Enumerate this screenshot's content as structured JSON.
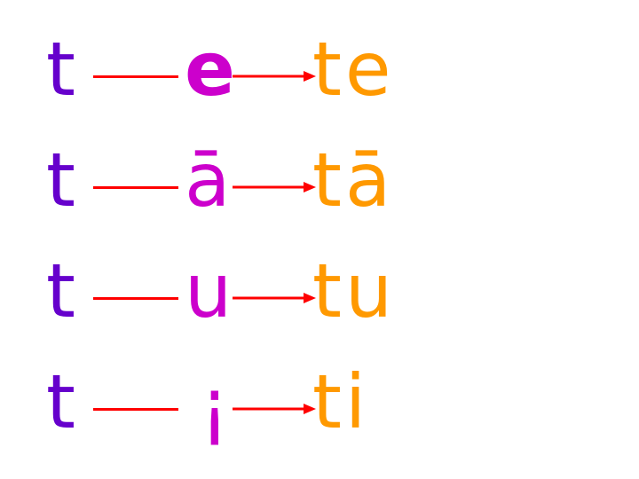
{
  "colors": {
    "consonant": "#6600cc",
    "vowel": "#cc00cc",
    "syllable": "#ff9900",
    "connector": "#ff0000"
  },
  "rows": [
    {
      "consonant": "t",
      "vowel": "e",
      "syllable": "te"
    },
    {
      "consonant": "t",
      "vowel": "ā",
      "syllable": "tā"
    },
    {
      "consonant": "t",
      "vowel": "u",
      "syllable": "tu"
    },
    {
      "consonant": "t",
      "vowel": "¡",
      "syllable": "ti"
    }
  ]
}
